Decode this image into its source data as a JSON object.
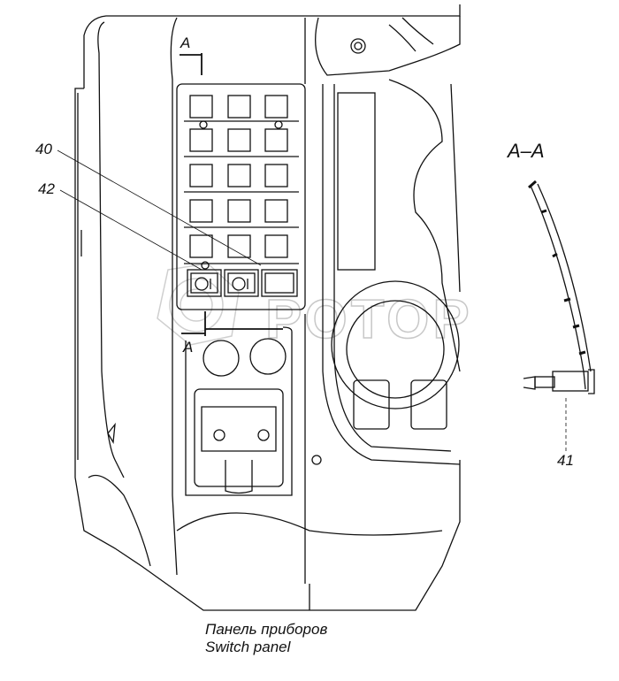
{
  "diagram": {
    "section_marker_top": "A",
    "section_marker_bottom": "A",
    "section_view_title": "A–A",
    "callouts": [
      {
        "number": "40",
        "part": "switch-panel-cell"
      },
      {
        "number": "42",
        "part": "indicator-lamp"
      },
      {
        "number": "41",
        "part": "switch-in-section"
      }
    ],
    "caption_ru": "Панель приборов",
    "caption_en": "Switch panel",
    "watermark": "РОТОР"
  }
}
